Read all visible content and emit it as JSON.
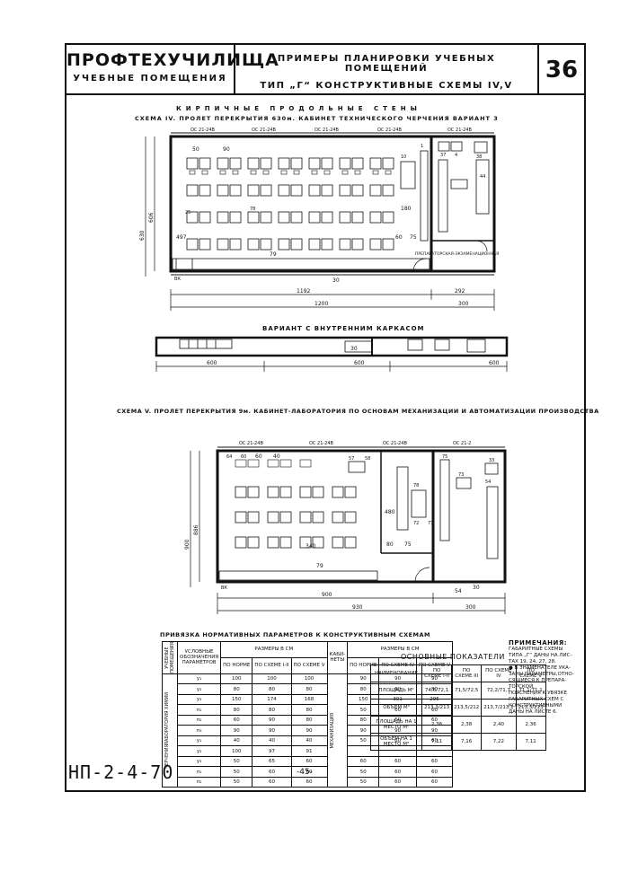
{
  "header": {
    "title_left": "ПРОФТЕХУЧИЛИЩА",
    "subtitle_left": "УЧЕБНЫЕ ПОМЕЩЕНИЯ",
    "title_mid": "ПРИМЕРЫ ПЛАНИРОВКИ УЧЕБНЫХ ПОМЕЩЕНИЙ",
    "subtitle_mid": "ТИП „Г“ КОНСТРУКТИВНЫЕ СХЕМЫ IV,V",
    "sheet_number": "36"
  },
  "scheme4": {
    "heading": "КИРПИЧНЫЕ ПРОДОЛЬНЫЕ СТЕНЫ",
    "caption": "СХЕМА IV. ПРОЛЕТ ПЕРЕКРЫТИЯ 630м. КАБИНЕТ ТЕХНИЧЕСКОГО ЧЕРЧЕНИЯ ВАРИАНТ 3",
    "axes": [
      "ОС 21-24В",
      "ОС 21-24В",
      "ОС 21-24В",
      "ОС 21-24В",
      "ОС 21-24В"
    ],
    "room_label": "ПРЕПАРАТОРСКАЯ-ЭКЗАМЕНАЦИОННАЯ",
    "dims": {
      "length_inner": "1192",
      "length": "1200",
      "side_inner": "292",
      "side": "300",
      "height": "630",
      "height_inner": "606",
      "wall_79": "79",
      "wall_30": "30",
      "dim_90": "90",
      "dim_50": "50",
      "dim_60": "60",
      "dim_75": "75",
      "dim_60b": "60",
      "dim_180": "180",
      "dim_497": "497"
    },
    "marks": {
      "bk": "ВК",
      "num_10": "10",
      "num_1": "1",
      "num_37": "37",
      "num_4": "4",
      "num_38": "38",
      "num_44": "44",
      "num_78": "78",
      "num_25": "25"
    }
  },
  "variant": {
    "caption": "ВАРИАНТ С ВНУТРЕННИМ КАРКАСОМ",
    "dims": [
      "600",
      "600",
      "600"
    ],
    "mark_30": "30"
  },
  "scheme5": {
    "caption": "СХЕМА V. ПРОЛЕТ ПЕРЕКРЫТИЯ 9м. КАБИНЕТ-ЛАБОРАТОРИЯ ПО ОСНОВАМ МЕХАНИЗАЦИИ И АВТОМАТИЗАЦИИ ПРОИЗВОДСТВА",
    "axes": [
      "ОС 21-24В",
      "ОС 21-24В",
      "ОС 21-24В",
      "ОС 21-2"
    ],
    "dims": {
      "length": "900",
      "length_total": "930",
      "side": "300",
      "height": "900",
      "height_inner": "886",
      "wall_79": "79",
      "dim_340": "340",
      "dim_480": "480",
      "dim_75": "75",
      "dim_80": "80",
      "dim_60": "60",
      "dim_40": "40",
      "dim_30": "30",
      "dim_54": "54"
    },
    "marks": {
      "m64": "64",
      "m60": "60",
      "m57": "57",
      "m58": "58",
      "m78": "78",
      "m72": "72",
      "m77": "77",
      "m75": "75",
      "m73": "73",
      "m54": "54",
      "m33": "33",
      "bk": "ВК"
    }
  },
  "params": {
    "title": "ПРИВЯЗКА НОРМАТИВНЫХ ПАРАМЕТРОВ К КОНСТРУКТИВНЫМ СХЕМАМ",
    "h_room": "УЧЕБНЫЕ ПОМЕЩЕНИЯ",
    "h_sym": "УСЛОВНЫЕ ОБОЗНАЧЕНИЯ ПАРАМЕТРОВ",
    "h_sizes": "РАЗМЕРЫ В СМ",
    "h_cols": [
      "ПО НОРМЕ",
      "ПО СХЕМЕ I-II",
      "ПО СХЕМЕ V"
    ],
    "h_cab": "КАБИ- НЕТЫ",
    "h_sizes2": "РАЗМЕРЫ В СМ",
    "h_cols2": [
      "ПО НОРМЕ",
      "ПО СХЕМЕ IV",
      "ПО СХЕМЕ V"
    ],
    "group_lab": "ЛАБОРАТОРИЯ ХИМИИ",
    "group_draw": "ЧЕРЧЕНИЯ",
    "group_mech": "МЕХАНИЗАЦИЯ",
    "rows": [
      {
        "sym": "у₁",
        "a": "100",
        "b": "100",
        "c": "100",
        "d": "90",
        "e": "90",
        "f": "90"
      },
      {
        "sym": "у₂",
        "a": "80",
        "b": "80",
        "c": "80",
        "d": "80",
        "e": "60",
        "f": "80"
      },
      {
        "sym": "у₃",
        "a": "150",
        "b": "174",
        "c": "168",
        "d": "150",
        "e": "301",
        "f": "295"
      },
      {
        "sym": "п₁",
        "a": "80",
        "b": "80",
        "c": "80",
        "d": "50",
        "e": "60",
        "f": "60"
      },
      {
        "sym": "п₂",
        "a": "60",
        "b": "90",
        "c": "80",
        "d": "80",
        "e": "60",
        "f": "60"
      },
      {
        "sym": "п₃",
        "a": "90",
        "b": "90",
        "c": "90",
        "d": "90",
        "e": "90",
        "f": "90"
      },
      {
        "sym": "у₁",
        "a": "40",
        "b": "40",
        "c": "40",
        "d": "50",
        "e": "60",
        "f": "60"
      },
      {
        "sym": "у₂",
        "a": "100",
        "b": "97",
        "c": "91",
        "d": "",
        "e": "",
        "f": ""
      },
      {
        "sym": "у₃",
        "a": "50",
        "b": "65",
        "c": "60",
        "d": "60",
        "e": "60",
        "f": "60"
      },
      {
        "sym": "п₁",
        "a": "50",
        "b": "60",
        "c": "60",
        "d": "50",
        "e": "60",
        "f": "60"
      },
      {
        "sym": "п₂",
        "a": "50",
        "b": "60",
        "c": "60",
        "d": "50",
        "e": "60",
        "f": "60"
      }
    ]
  },
  "indicators": {
    "title": "ОСНОВНЫЕ ПОКАЗАТЕЛИ",
    "h_name": "НАИМЕНОВАНИЕ",
    "h_cols": [
      "ПО СХЕМЕ I-II",
      "ПО СХЕМЕ III",
      "ПО СХЕМЕ IV",
      "ПО СХЕМЕ V"
    ],
    "rows": [
      {
        "name": "ПЛОЩАДЬ М²",
        "v1": "74,6/72,1",
        "v2": "71,5/72,5",
        "v3": "72,2/71,7",
        "v4": "71,1/71,1"
      },
      {
        "name": "ОБЪЕМ М³",
        "v1": "213,3/213",
        "v2": "213,5/212",
        "v3": "213,7/213,1",
        "v4": "213,3/213"
      },
      {
        "name": "ПЛОЩАДЬ НА 1 МЕСТО М²",
        "v1": "2,36",
        "v2": "2,38",
        "v3": "2,40",
        "v4": "2,36"
      },
      {
        "name": "ОБЪЕМ НА 1 МЕСТО М³",
        "v1": "7,11",
        "v2": "7,16",
        "v3": "7,22",
        "v4": "7,11"
      }
    ]
  },
  "notes": {
    "title": "ПРИМЕЧАНИЯ:",
    "lines": [
      "ГАБАРИТНЫЕ СХЕМЫ",
      "ТИПА „Г“ ДАНЫ НА ЛИС-",
      "ТАХ 19, 24, 27, 28.",
      "● В ЗНАМЕНАТЕЛЕ УКА-",
      "ЗАНЫ ПАРАМЕТРЫ,ОТНО-",
      "СЯЩИЕСЯ К ПРЕПАРА-",
      "ТОРСКОЙ.",
      "ПОЯСНЕНИЯ К УВЯЗКЕ",
      "ГАБАРИТНЫХ СХЕМ С",
      "КОНСТРУКТИВНЫМИ",
      "ДАНЫ НА ЛИСТЕ 6."
    ]
  },
  "footer": {
    "stamp": "НП-2-4-70",
    "page": "-45-"
  }
}
